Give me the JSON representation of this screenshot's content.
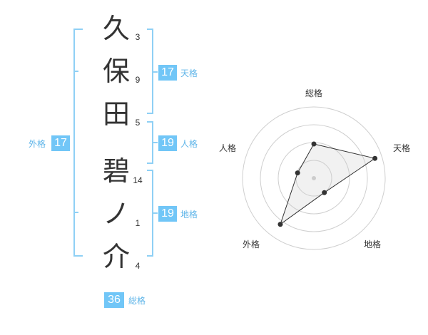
{
  "name": {
    "characters": [
      {
        "char": "久",
        "strokes": "3"
      },
      {
        "char": "保",
        "strokes": "9"
      },
      {
        "char": "田",
        "strokes": "5"
      },
      {
        "char": "碧",
        "strokes": "14"
      },
      {
        "char": "ノ",
        "strokes": "1"
      },
      {
        "char": "介",
        "strokes": "4"
      }
    ]
  },
  "fortunes": {
    "tenkaku": {
      "value": "17",
      "label": "天格"
    },
    "jinkaku": {
      "value": "19",
      "label": "人格"
    },
    "chikaku": {
      "value": "19",
      "label": "地格"
    },
    "gaikaku": {
      "value": "17",
      "label": "外格"
    },
    "soukaku": {
      "value": "36",
      "label": "総格"
    }
  },
  "colors": {
    "accent": "#71c6f7",
    "bracket": "#8fd0f5",
    "text": "#333333"
  },
  "chart_data": {
    "type": "radar",
    "axes": [
      "総格",
      "天格",
      "地格",
      "外格",
      "人格"
    ],
    "values": [
      0.48,
      0.9,
      0.25,
      0.8,
      0.24
    ],
    "range": [
      0,
      1
    ],
    "rings": 4
  }
}
